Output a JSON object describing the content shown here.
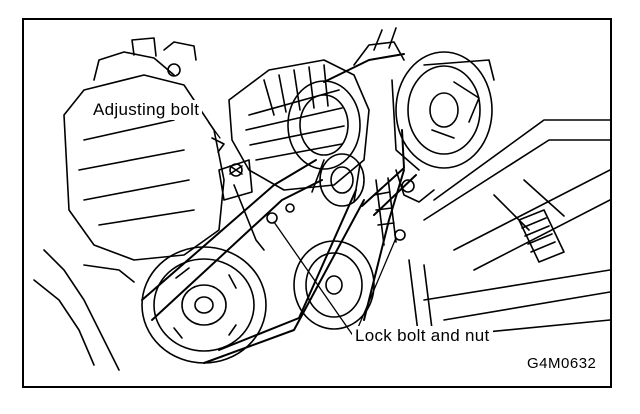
{
  "figure": {
    "labels": {
      "adjusting_bolt": "Adjusting bolt",
      "lock_bolt_and_nut": "Lock bolt and nut"
    },
    "figure_code": "G4M0632"
  }
}
